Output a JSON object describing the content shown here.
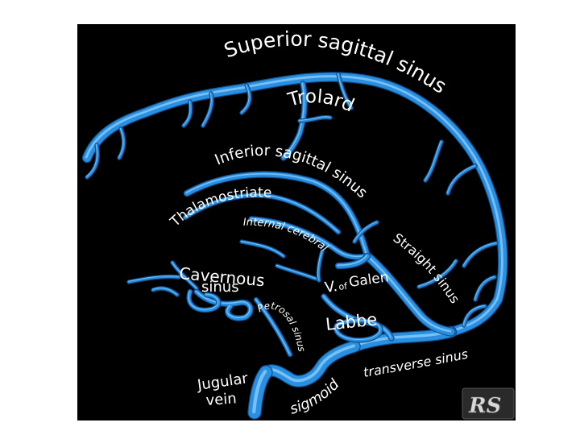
{
  "diagram": {
    "labels": {
      "superior_sagittal_sinus": "Superior sagittal sinus",
      "trolard": "Trolard",
      "inferior_sagittal_sinus": "Inferior sagittal sinus",
      "thalamostriate": "Thalamostriate",
      "internal_cerebral": "Internal cerebral",
      "straight_sinus": "Straight sinus",
      "cavernous_line1": "Cavernous",
      "cavernous_line2": "sinus",
      "vein_of_galen_v": "V.",
      "vein_of_galen_of": "of",
      "vein_of_galen_name": "Galen",
      "petrosal_sinus": "Petrosal sinus",
      "labbe": "Labbe",
      "jugular_line1": "Jugular",
      "jugular_line2": "vein",
      "sigmoid": "sigmoid",
      "transverse_sinus": "transverse sinus"
    },
    "signature": "RS",
    "colors": {
      "background": "#000000",
      "vein": "#2b8fe0",
      "vein_highlight": "#8fd0ff",
      "vein_dark": "#0d4f8f",
      "label": "#ffffff"
    }
  }
}
